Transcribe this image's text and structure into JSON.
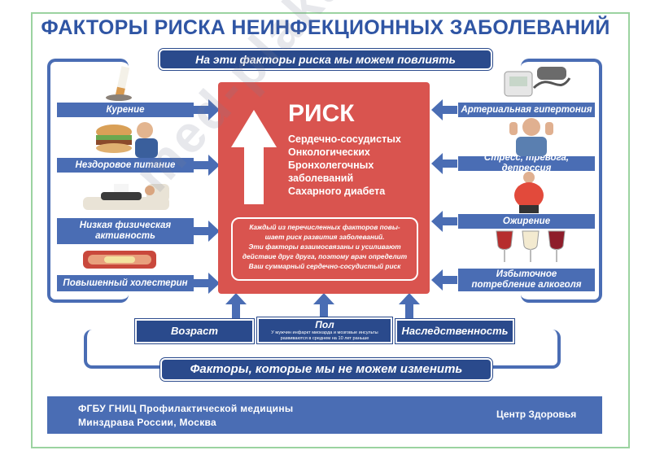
{
  "title": "ФАКТОРЫ РИСКА НЕИНФЕКЦИОННЫХ ЗАБОЛЕВАНИЙ",
  "top_banner": "На эти факторы риска мы можем повлиять",
  "bottom_banner": "Факторы, которые мы не можем изменить",
  "left_factors": [
    {
      "label": "Курение",
      "icon": "cigarette-icon"
    },
    {
      "label": "Нездоровое питание",
      "icon": "burger-eater-icon"
    },
    {
      "label": "Низкая физическая активность",
      "icon": "couch-person-icon"
    },
    {
      "label": "Повышенный холестерин",
      "icon": "artery-icon"
    }
  ],
  "right_factors": [
    {
      "label": "Артериальная гипертония",
      "icon": "tonometer-icon"
    },
    {
      "label": "Стресс, тревога, депрессия",
      "icon": "stressed-man-icon"
    },
    {
      "label": "Ожирение",
      "icon": "obese-man-icon"
    },
    {
      "label": "Избыточное потребление алкоголя",
      "icon": "wine-glasses-icon"
    }
  ],
  "risk": {
    "title": "РИСК",
    "items": [
      "Сердечно-сосудистых",
      "Онкологических",
      "Бронхолегочных",
      "заболеваний",
      "Сахарного диабета"
    ],
    "note_lines": [
      "Каждый из перечисленных факторов повы-",
      "шает риск развития заболеваний.",
      "Эти факторы взаимосвязаны и усиливают",
      "действие друг друга, поэтому врач определит",
      "Ваш суммарный сердечно-сосудистый риск"
    ]
  },
  "unchangeable": {
    "age": "Возраст",
    "sex": "Пол",
    "sex_note_1": "У мужчин инфаркт миокарда и мозговые инсульты",
    "sex_note_2": "развиваются в среднем на 10 лет раньше",
    "heredity": "Наследственность"
  },
  "footer": {
    "org_line1": "ФГБУ ГНИЦ Профилактической медицины",
    "org_line2": "Минздрава России,  Москва",
    "center": "Центр Здоровья"
  },
  "watermark": "med-plakat.ru",
  "colors": {
    "title": "#2f55a4",
    "dark_blue": "#2a4a8c",
    "mid_blue": "#4a6db4",
    "risk_red": "#d9544f",
    "frame_green": "#9bd3a0"
  }
}
